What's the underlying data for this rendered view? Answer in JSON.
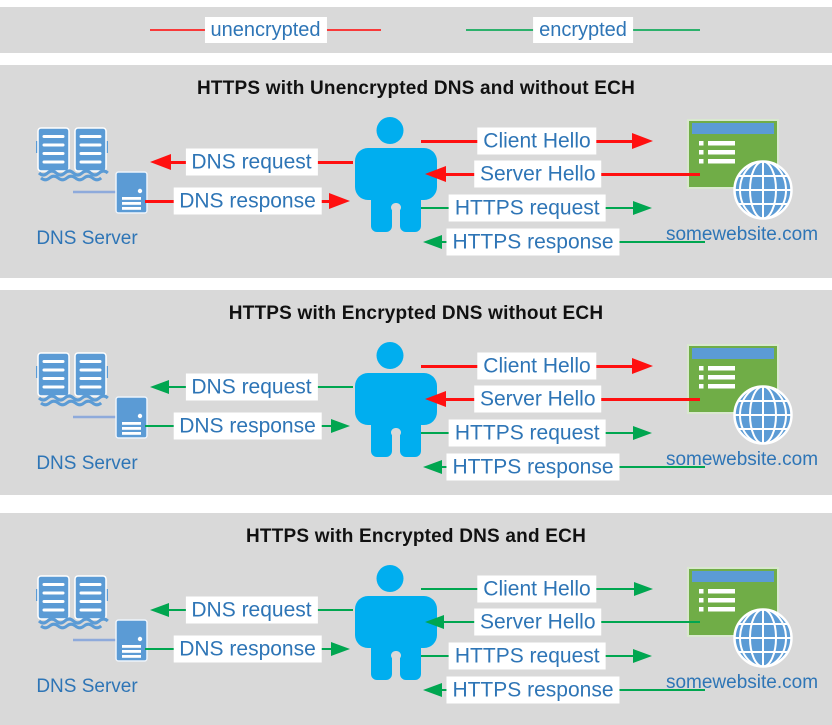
{
  "legend": {
    "unencrypted_label": "unencrypted",
    "encrypted_label": "encrypted"
  },
  "colors": {
    "unencrypted": "#ff1010",
    "encrypted": "#00a650",
    "panel_background": "#d9d9d9",
    "label_text": "#2e75b6",
    "person": "#00aeef",
    "icon_blue": "#5b9bd5",
    "website_green": "#70ad47"
  },
  "panels": [
    {
      "title": "HTTPS with Unencrypted DNS and without ECH",
      "dns_server_label": "DNS Server",
      "website_label": "somewebsite.com",
      "messages": {
        "dns_request": {
          "label": "DNS request",
          "encryption": "unencrypted",
          "direction": "left"
        },
        "dns_response": {
          "label": "DNS response",
          "encryption": "unencrypted",
          "direction": "right"
        },
        "client_hello": {
          "label": "Client Hello",
          "encryption": "unencrypted",
          "direction": "right"
        },
        "server_hello": {
          "label": "Server Hello",
          "encryption": "unencrypted",
          "direction": "left"
        },
        "https_request": {
          "label": "HTTPS request",
          "encryption": "encrypted",
          "direction": "right"
        },
        "https_response": {
          "label": "HTTPS response",
          "encryption": "encrypted",
          "direction": "left"
        }
      }
    },
    {
      "title": "HTTPS with Encrypted DNS without ECH",
      "dns_server_label": "DNS Server",
      "website_label": "somewebsite.com",
      "messages": {
        "dns_request": {
          "label": "DNS request",
          "encryption": "encrypted",
          "direction": "left"
        },
        "dns_response": {
          "label": "DNS response",
          "encryption": "encrypted",
          "direction": "right"
        },
        "client_hello": {
          "label": "Client Hello",
          "encryption": "unencrypted",
          "direction": "right"
        },
        "server_hello": {
          "label": "Server Hello",
          "encryption": "unencrypted",
          "direction": "left"
        },
        "https_request": {
          "label": "HTTPS request",
          "encryption": "encrypted",
          "direction": "right"
        },
        "https_response": {
          "label": "HTTPS response",
          "encryption": "encrypted",
          "direction": "left"
        }
      }
    },
    {
      "title": "HTTPS with Encrypted DNS and ECH",
      "dns_server_label": "DNS Server",
      "website_label": "somewebsite.com",
      "messages": {
        "dns_request": {
          "label": "DNS request",
          "encryption": "encrypted",
          "direction": "left"
        },
        "dns_response": {
          "label": "DNS response",
          "encryption": "encrypted",
          "direction": "right"
        },
        "client_hello": {
          "label": "Client Hello",
          "encryption": "encrypted",
          "direction": "right"
        },
        "server_hello": {
          "label": "Server Hello",
          "encryption": "encrypted",
          "direction": "left"
        },
        "https_request": {
          "label": "HTTPS request",
          "encryption": "encrypted",
          "direction": "right"
        },
        "https_response": {
          "label": "HTTPS response",
          "encryption": "encrypted",
          "direction": "left"
        }
      }
    }
  ]
}
